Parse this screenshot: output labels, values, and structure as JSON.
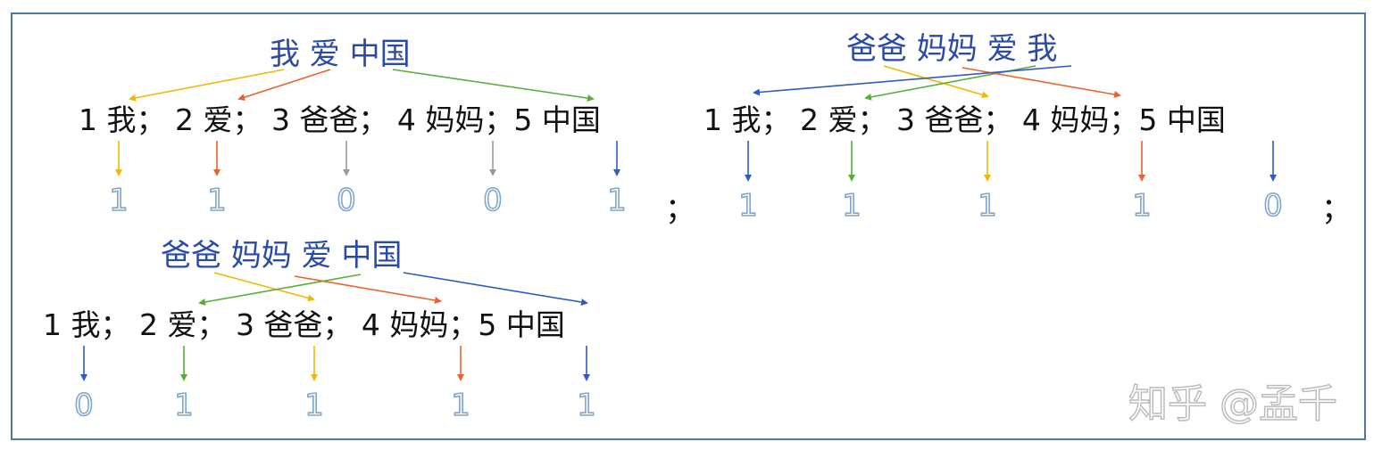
{
  "diagram": {
    "colors": {
      "sentence": "#2a4aa8",
      "yellow": "#f2b705",
      "orange": "#e8632b",
      "green": "#5aad3a",
      "blue": "#2f5bbf",
      "gray": "#9a9a9a",
      "digit_outline": "#7fa6cf",
      "border": "#4a78a8"
    },
    "examples": [
      {
        "sentence": "我 爱 中国",
        "vocab": "1 我； 2 爱； 3 爸爸； 4 妈妈；5 中国",
        "vector": [
          "1",
          "1",
          "0",
          "0",
          "1"
        ],
        "separator": "；"
      },
      {
        "sentence": "爸爸 妈妈 爱 我",
        "vocab": "1 我； 2 爱； 3 爸爸； 4 妈妈；5 中国",
        "vector": [
          "1",
          "1",
          "1",
          "1",
          "0"
        ],
        "separator": "；"
      },
      {
        "sentence": "爸爸 妈妈 爱 中国",
        "vocab": "1 我； 2 爱； 3 爸爸； 4 妈妈；5 中国",
        "vector": [
          "0",
          "1",
          "1",
          "1",
          "1"
        ]
      }
    ],
    "watermark": "知乎 @孟千"
  }
}
